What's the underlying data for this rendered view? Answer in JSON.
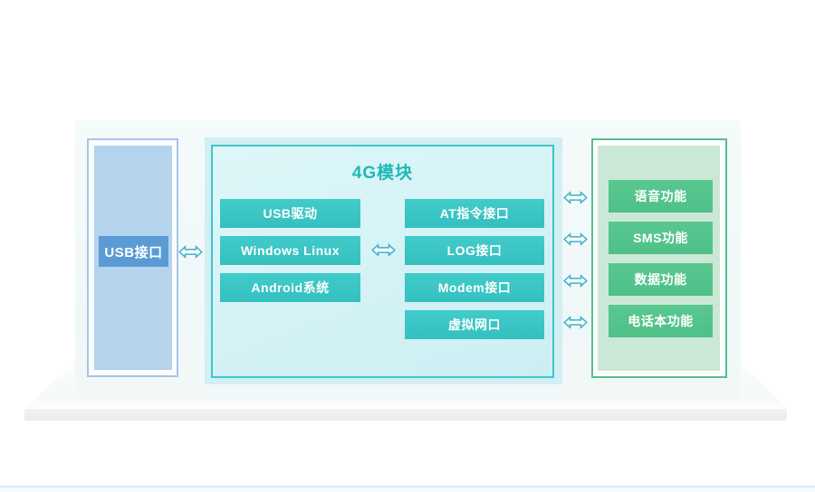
{
  "colors": {
    "blue_border": "#a5c5e7",
    "blue_inner": "#b4d3ec",
    "blue_badge": "#5b9bd5",
    "outer_cyan": "#d2eff3",
    "teal_border": "#3fc6c8",
    "title_teal": "#1eb9b6",
    "green_border": "#58be8e",
    "green_inner": "#cbe8d6",
    "arrow_stroke": "#39b0c9",
    "bottom_line": "#d2e9f6"
  },
  "scene": {
    "usb_interface": {
      "label": "USB接口"
    },
    "module": {
      "title": "4G模块",
      "software_stack": [
        "USB驱动",
        "Windows Linux",
        "Android系统"
      ],
      "interfaces": [
        "AT指令接口",
        "LOG接口",
        "Modem接口",
        "虚拟网口"
      ]
    },
    "functions": {
      "items": [
        "语音功能",
        "SMS功能",
        "数据功能",
        "电话本功能"
      ]
    }
  }
}
